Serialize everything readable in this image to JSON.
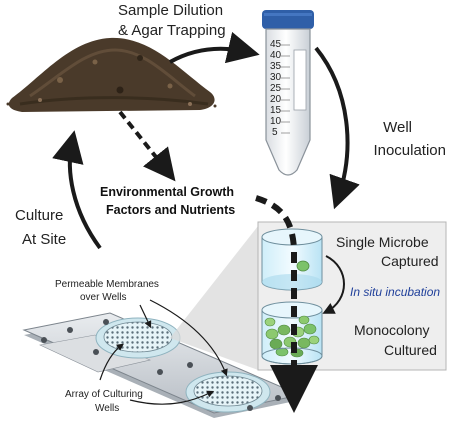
{
  "labels": {
    "sample_dilution_line1": "Sample Dilution",
    "sample_dilution_line2": "& Agar Trapping",
    "well_line1": "Well",
    "well_line2": "Inoculation",
    "culture_line1": "Culture",
    "culture_line2": "At Site",
    "env_line1": "Environmental Growth",
    "env_line2": "Factors and Nutrients",
    "single_line1": "Single Microbe",
    "single_line2": "Captured",
    "in_situ": "In situ incubation",
    "mono_line1": "Monocolony",
    "mono_line2": "Cultured",
    "permeable_line1": "Permeable Membranes",
    "permeable_line2": "over Wells",
    "array_line1": "Array of Culturing",
    "array_line2": "Wells"
  },
  "tube": {
    "scale_marks": [
      "45",
      "40",
      "35",
      "30",
      "25",
      "20",
      "15",
      "10",
      "5"
    ],
    "cap_color": "#2f5fa8"
  },
  "colors": {
    "arrow": "#1a1a1a",
    "soil": "#4a3a2a",
    "well_liquid": "#bfe6f5",
    "microbe": "#7cc26a",
    "italic_text": "#1f3f9a"
  }
}
